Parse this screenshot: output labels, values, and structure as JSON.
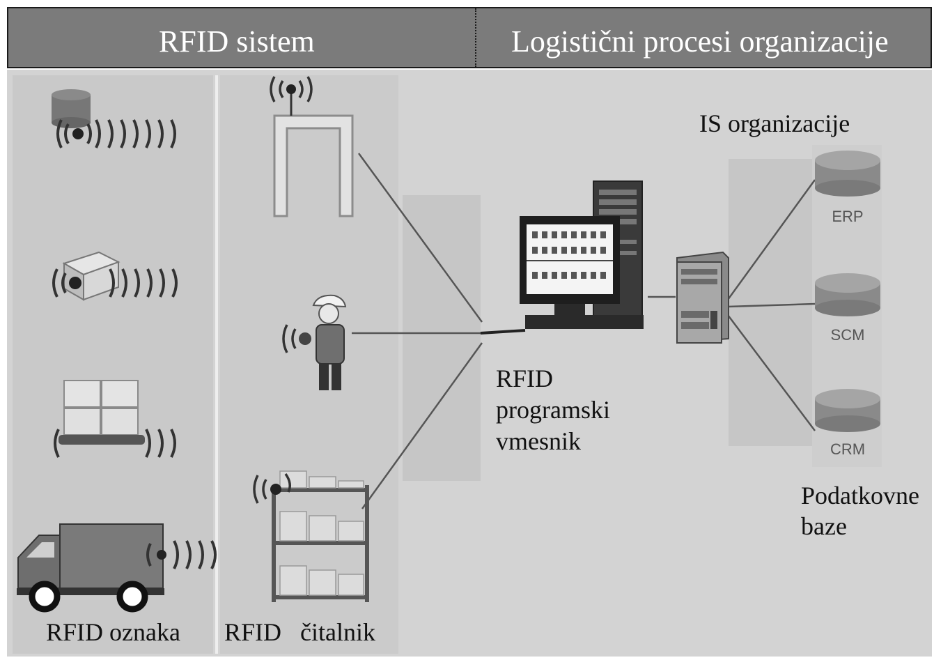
{
  "header": {
    "left_title": "RFID sistem",
    "right_title": "Logistični procesi organizacije"
  },
  "labels": {
    "tag": "RFID oznaka",
    "reader": "RFID   čitalnik",
    "middleware": [
      "RFID",
      "programski",
      "vmesnik"
    ],
    "is_org": "IS organizacije",
    "databases": [
      "Podatkovne",
      "baze"
    ]
  },
  "database_names": [
    "ERP",
    "SCM",
    "CRM"
  ],
  "icons": [
    "database-tag-icon",
    "box-tag-icon",
    "pallet-tag-icon",
    "truck-tag-icon",
    "gate-reader-icon",
    "handheld-reader-icon",
    "shelf-reader-icon",
    "computer-icon",
    "server-icon",
    "database-icon"
  ]
}
